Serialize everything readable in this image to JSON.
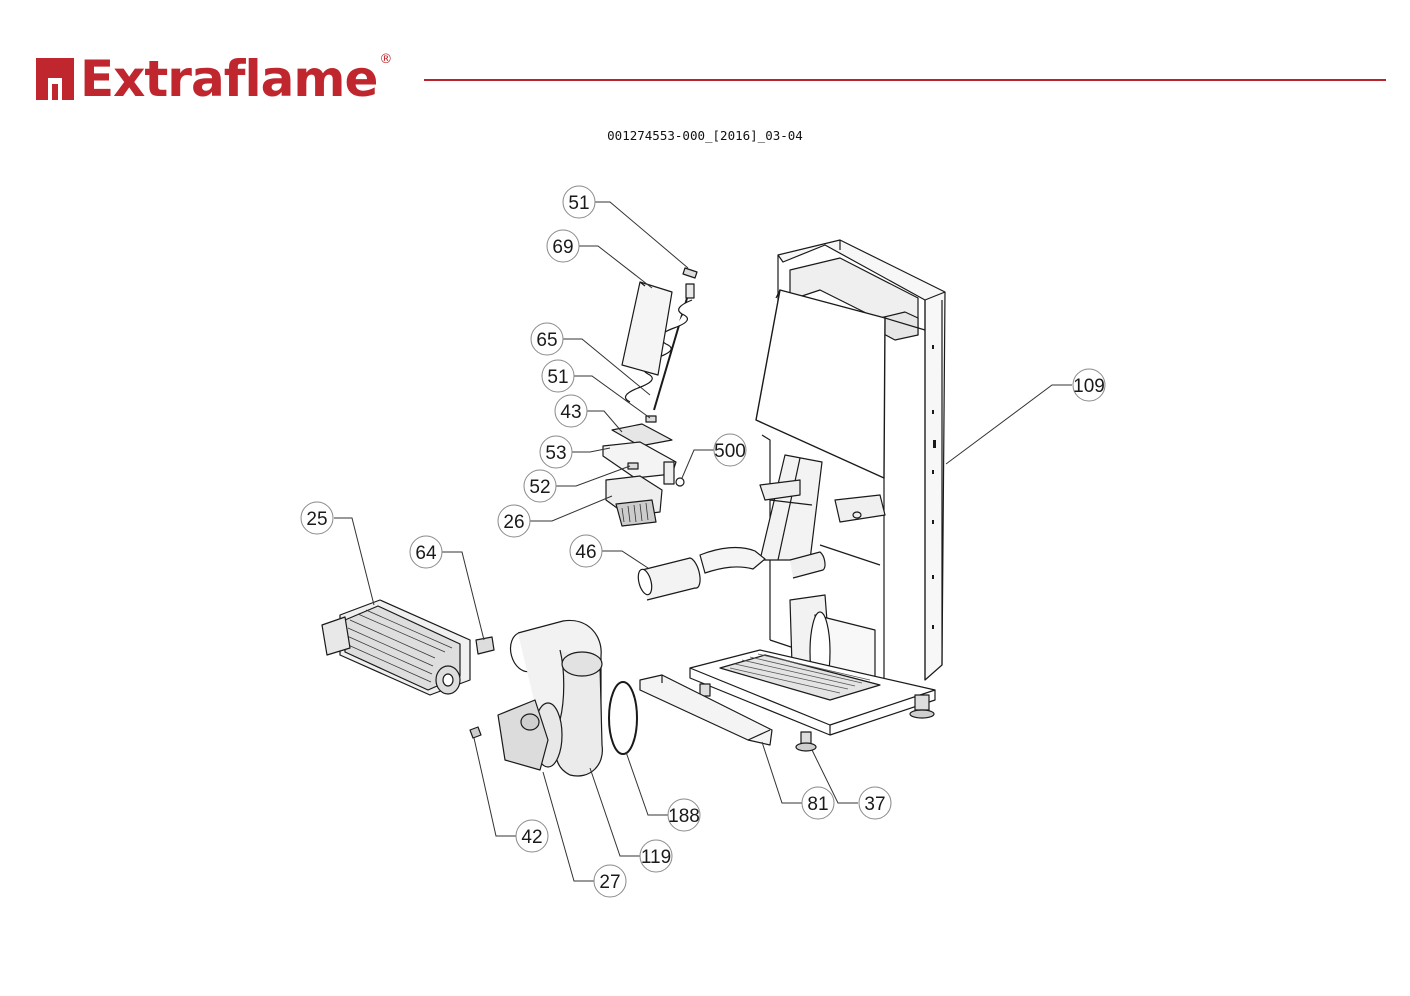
{
  "brand": {
    "name": "Extraflame",
    "registered": "®",
    "color": "#c0262d"
  },
  "document": {
    "code": "001274553-000_[2016]_03-04"
  },
  "callouts": [
    "51",
    "69",
    "65",
    "51",
    "43",
    "53",
    "52",
    "26",
    "500",
    "25",
    "64",
    "46",
    "109",
    "42",
    "27",
    "119",
    "188",
    "81",
    "37"
  ]
}
